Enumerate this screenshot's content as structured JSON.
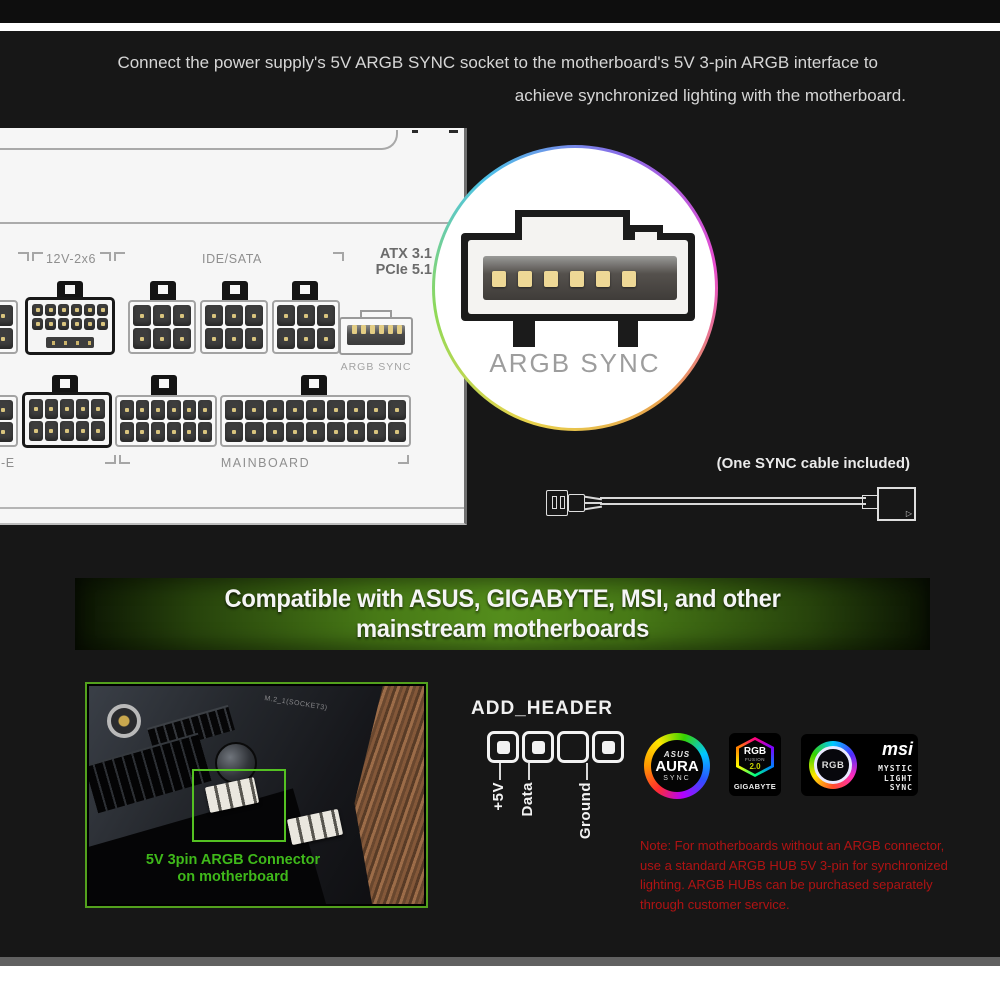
{
  "header": {
    "line1": "Connect the power supply's 5V ARGB SYNC socket to the motherboard's 5V 3-pin ARGB interface to",
    "line2": "achieve synchronized lighting with the motherboard."
  },
  "psu": {
    "labels": {
      "v12": "12V-2x6",
      "ide_sata": "IDE/SATA",
      "atx": "ATX 3.1",
      "pcie": "PCIe 5.1",
      "argb_sync": "ARGB SYNC",
      "pci_e": "-E",
      "mainboard": "MAINBOARD"
    }
  },
  "zoom_circle": {
    "label": "ARGB SYNC"
  },
  "cable": {
    "note": "(One SYNC cable included)"
  },
  "banner": {
    "line1": "Compatible with ASUS, GIGABYTE, MSI, and other",
    "line2": "mainstream motherboards",
    "green": "#548d1c"
  },
  "photo": {
    "caption_line1": "5V 3pin ARGB Connector",
    "caption_line2": "on motherboard",
    "board_label": "M.2_1(SOCKET3)",
    "highlight_green": "#54c122",
    "caption_green": "#3fb91a"
  },
  "pinout": {
    "title": "ADD_HEADER",
    "pins": [
      {
        "label": "+5V",
        "filled": true
      },
      {
        "label": "Data",
        "filled": true
      },
      {
        "label": "",
        "filled": false
      },
      {
        "label": "Ground",
        "filled": true
      }
    ]
  },
  "logos": {
    "aura": {
      "brand": "ASUS",
      "main": "AURA",
      "sub": "SYNC"
    },
    "gigabyte": {
      "rgb": "RGB",
      "fusion": "FUSION",
      "version": "2.0",
      "brand": "GIGABYTE"
    },
    "msi": {
      "brand": "msi",
      "ring": "RGB",
      "line1": "MYSTIC",
      "line2": "LIGHT",
      "line3": "SYNC"
    }
  },
  "note": {
    "color": "#b01313",
    "lines": [
      "Note: For motherboards without an ARGB connector,",
      "use a standard ARGB HUB 5V 3-pin for synchronized",
      "lighting. ARGB HUBs can be purchased separately",
      "through customer service."
    ]
  },
  "colors": {
    "pin_gold": "#d9c47e",
    "panel_dark": "#171717"
  }
}
